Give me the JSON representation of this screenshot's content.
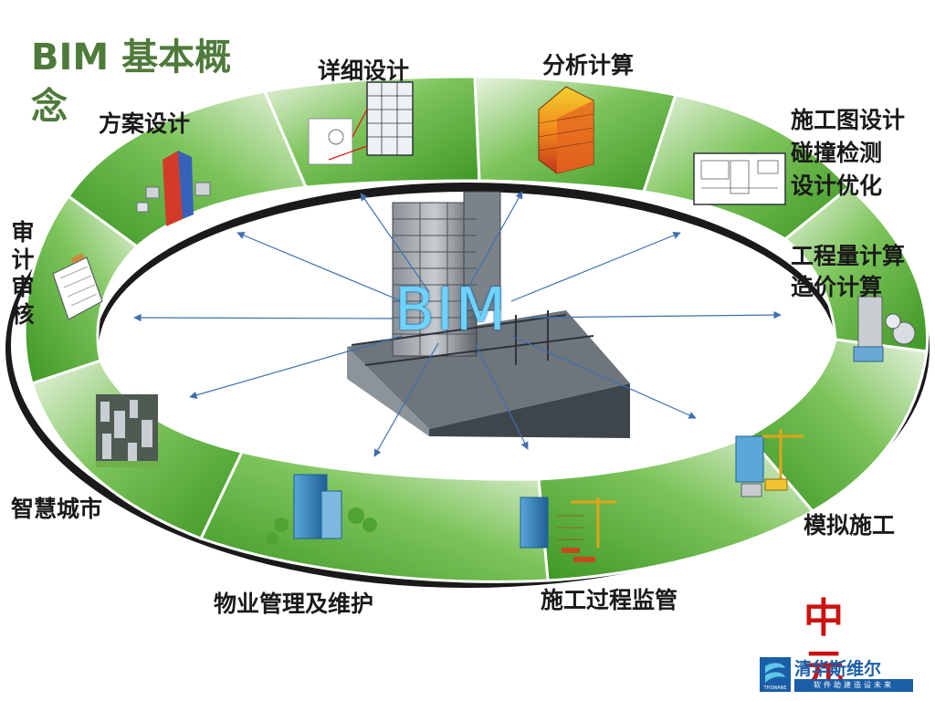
{
  "slide": {
    "title": "BIM 基本概念",
    "center_label": "BIM"
  },
  "ring_stages": [
    {
      "id": "scheme",
      "label": "方案设计"
    },
    {
      "id": "detail",
      "label": "详细设计"
    },
    {
      "id": "analysis",
      "label": "分析计算"
    },
    {
      "id": "construction_drawing",
      "label": "施工图设计\n碰撞检测\n设计优化"
    },
    {
      "id": "quantity",
      "label": "工程量计算\n造价计算"
    },
    {
      "id": "simulation",
      "label": "模拟施工"
    },
    {
      "id": "supervision",
      "label": "施工过程监管"
    },
    {
      "id": "facility",
      "label": "物业管理及维护"
    },
    {
      "id": "smart_city",
      "label": "智慧城市"
    },
    {
      "id": "audit",
      "label": "审计审核"
    }
  ],
  "audit_vertical": [
    "审",
    "计",
    "审",
    "核"
  ],
  "colors": {
    "title": "#4e7a3a",
    "segment_green": "#4fa332",
    "segment_light": "#e9f3e2",
    "ring_dark": "#1a1a1a",
    "arrow": "#3f6fb0",
    "bim_text": "#6fd3ff"
  },
  "logos": {
    "seal_text": "中元",
    "company_name": "清华斯维尔",
    "slogan": "软件助建造设未来",
    "mark_text": "THSWARE"
  }
}
